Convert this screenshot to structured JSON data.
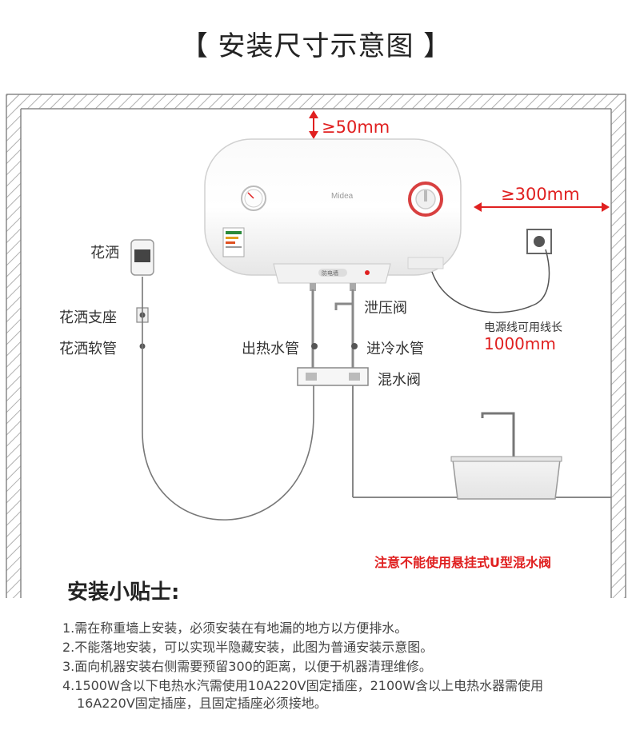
{
  "title": "【 安装尺寸示意图 】",
  "dimensions": {
    "top_clearance": "≥50mm",
    "side_clearance": "≥300mm"
  },
  "labels": {
    "shower_head": "花洒",
    "shower_holder": "花洒支座",
    "shower_hose": "花洒软管",
    "hot_outlet": "出热水管",
    "cold_inlet": "进冷水管",
    "relief_valve": "泄压阀",
    "mixing_valve": "混水阀",
    "cable_length_label": "电源线可用线长",
    "cable_length_value": "1000mm"
  },
  "heater": {
    "brand": "Midea",
    "panel_badge": "防电墙"
  },
  "note": "注意不能使用悬挂式U型混水阀",
  "tips": {
    "heading": "安装小贴士:",
    "items": [
      "1.需在称重墙上安装，必须安装在有地漏的地方以方便排水。",
      "2.不能落地安装，可以实现半隐藏安装，此图为普通安装示意图。",
      "3.面向机器安装右侧需要预留300的距离，以便于机器清理维修。",
      "4.1500W含以下电热水汽需使用10A220V固定插座，2100W含以上电热水器需使用",
      "16A220V固定插座，且固定插座必须接地。"
    ]
  },
  "colors": {
    "accent_red": "#e02020",
    "wall_hatch": "#9a9a9a",
    "line": "#8a8a8a"
  }
}
